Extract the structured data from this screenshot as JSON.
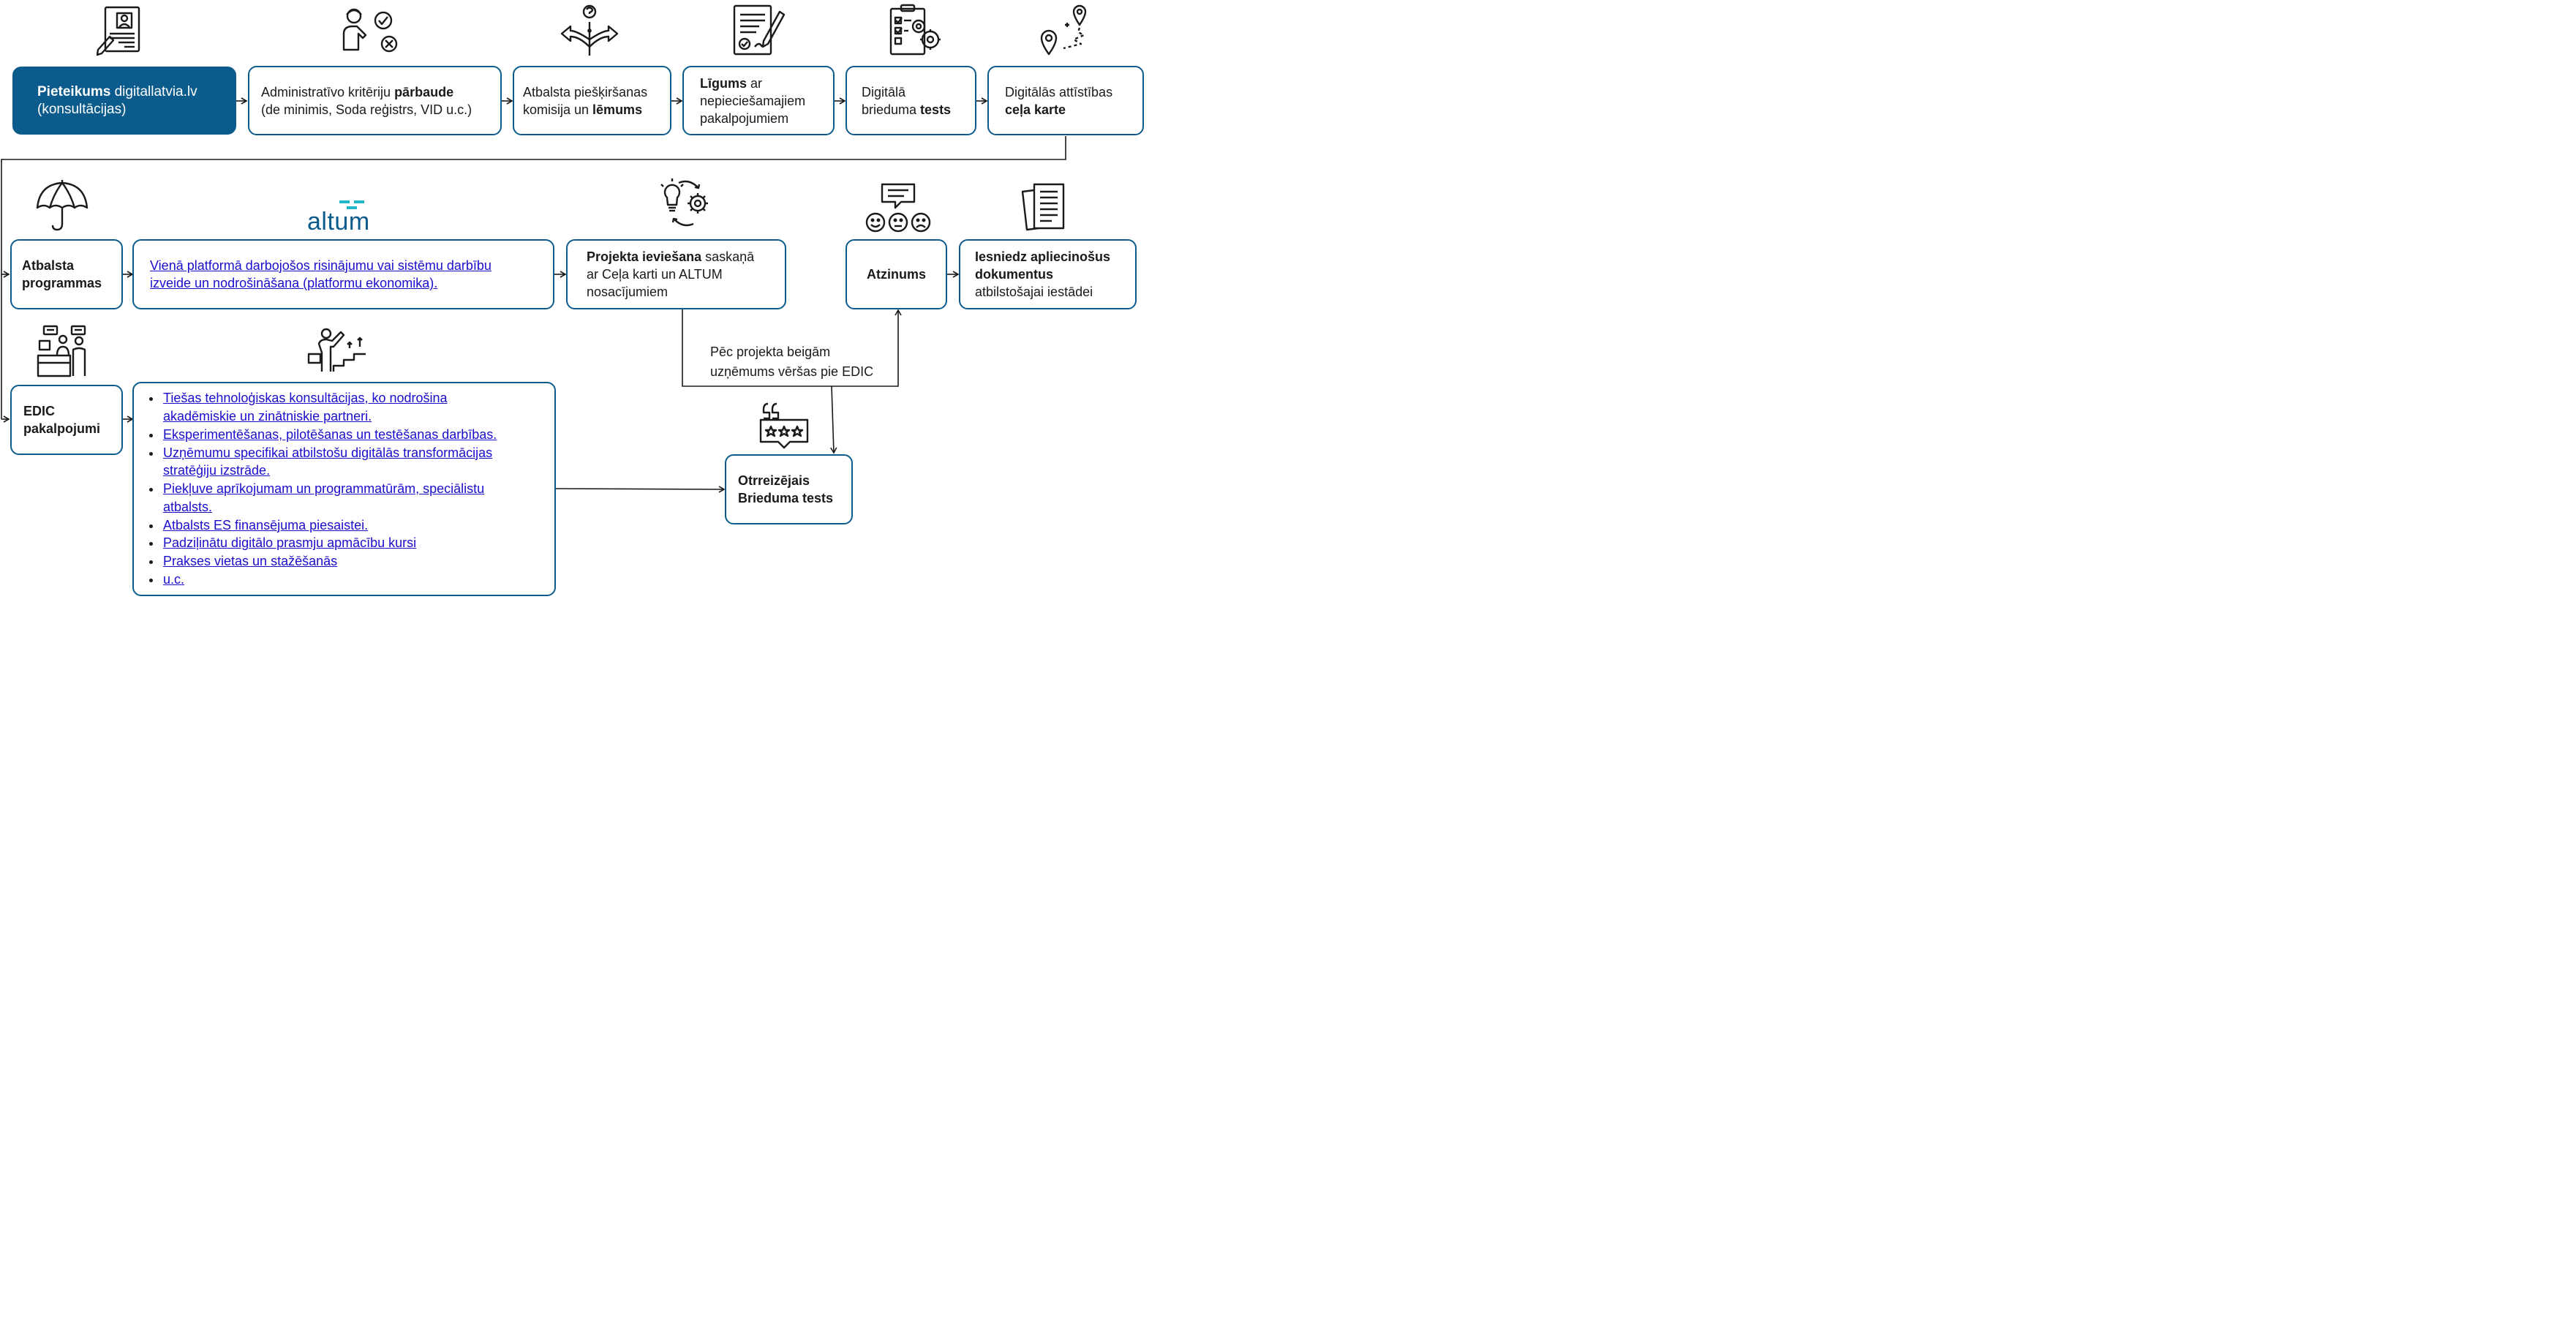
{
  "row1": {
    "application": {
      "bold": "Pieteikums",
      "rest": " digitallatvia.lv",
      "line2": "(konsultācijas)"
    },
    "admin_check": {
      "pre": "Administratīvo kritēriju ",
      "bold": "pārbaude",
      "line2": "(de minimis, Soda reģistrs, VID u.c.)"
    },
    "commission": {
      "line1": "Atbalsta piešķiršanas",
      "pre": "komisija un ",
      "bold": "lēmums"
    },
    "contract": {
      "bold": "Līgums",
      "rest": " ar",
      "line2": "nepieciešamajiem",
      "line3": "pakalpojumiem"
    },
    "maturity_test": {
      "line1": "Digitālā",
      "pre": "brieduma ",
      "bold": "tests"
    },
    "roadmap": {
      "line1": "Digitālās attīstības",
      "bold": "ceļa karte"
    }
  },
  "row2": {
    "support_programs": {
      "line1": "Atbalsta",
      "line2": "programmas"
    },
    "altum_logo": "altum",
    "platform": {
      "line1": "Vienā platformā darbojošos risinājumu vai sistēmu darbību",
      "line2": "izveide un nodrošināšana (platformu ekonomika)."
    },
    "implementation": {
      "bold": "Projekta ieviešana",
      "rest": " saskaņā",
      "line2": "ar Ceļa karti un ALTUM",
      "line3": "nosacījumiem"
    },
    "opinion": {
      "bold": "Atzinums"
    },
    "documents": {
      "line1": "Iesniedz apliecinošus",
      "line2": "dokumentus",
      "line3": "atbilstošajai iestādei"
    }
  },
  "note": {
    "line1": "Pēc projekta beigām",
    "line2": "uzņēmums vēršas pie EDIC"
  },
  "row3": {
    "edic": {
      "line1": "EDIC",
      "line2": "pakalpojumi"
    },
    "services": [
      {
        "line1": "Tiešas tehnoloģiskas konsultācijas, ko nodrošina",
        "line2": "akadēmiskie un zinātniskie partneri."
      },
      {
        "line1": "Eksperimentēšanas, pilotēšanas un testēšanas darbības."
      },
      {
        "line1": "Uzņēmumu specifikai atbilstošu digitālās transformācijas",
        "line2": "stratēģiju izstrāde."
      },
      {
        "line1": "Piekļuve aprīkojumam un programmatūrām, speciālistu",
        "line2": "atbalsts."
      },
      {
        "line1": "Atbalsts ES finansējuma piesaistei."
      },
      {
        "line1": "Padziļinātu digitālo prasmju apmācību kursi"
      },
      {
        "line1": "Prakses vietas un stažēšanās"
      },
      {
        "line1": "u.c."
      }
    ],
    "retest": {
      "line1": "Otrreizējais",
      "line2": "Brieduma tests"
    }
  },
  "icons": {
    "application": "application-form-icon",
    "admin_check": "person-check-icon",
    "commission": "decision-arrows-icon",
    "contract": "contract-sign-icon",
    "maturity_test": "checklist-gears-icon",
    "roadmap": "route-map-icon",
    "support_programs": "umbrella-icon",
    "implementation": "idea-gear-cycle-icon",
    "opinion": "feedback-faces-icon",
    "documents": "documents-icon",
    "edic": "service-desk-icon",
    "services": "growth-stairs-icon",
    "retest": "rating-stars-icon"
  },
  "colors": {
    "primary": "#0b5b8c",
    "altum_teal": "#1fb7c9",
    "link": "#1a0dcc",
    "line": "#1a1a1a"
  }
}
